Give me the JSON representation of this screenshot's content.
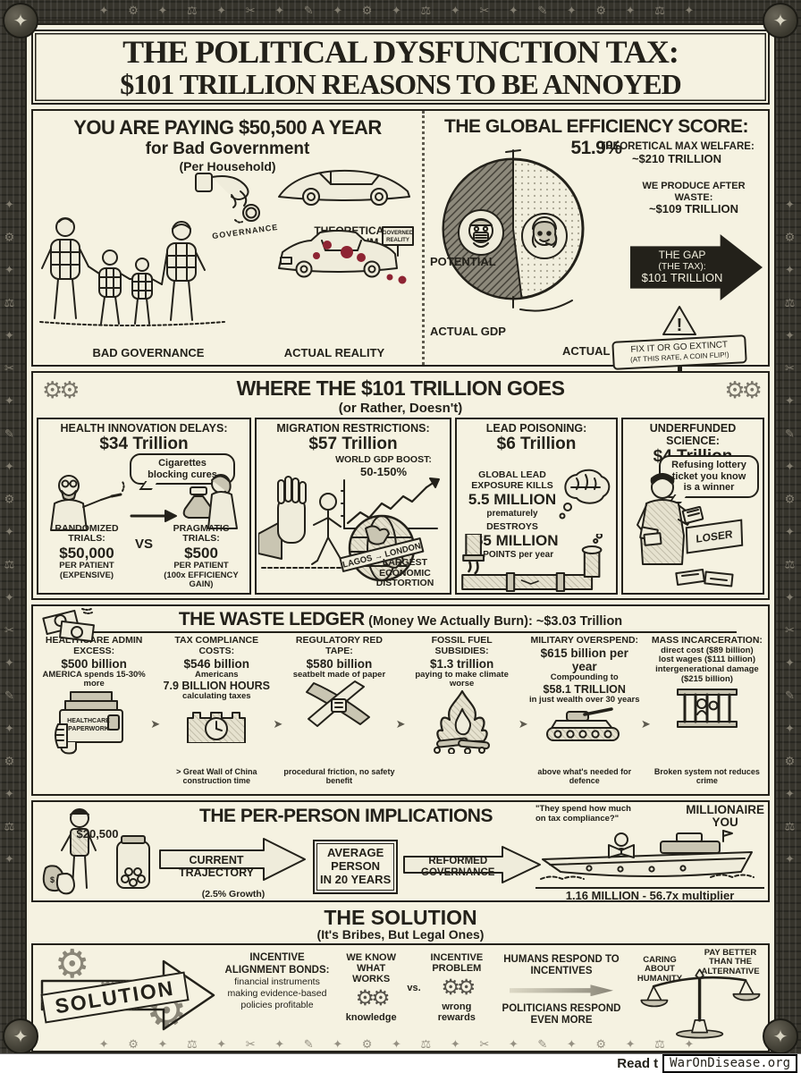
{
  "colors": {
    "paper": "#f5f2e1",
    "ink": "#23211a",
    "red": "#8e2433",
    "frame": "#36342c"
  },
  "icons": {
    "gear": "⚙",
    "gear_pair": "⚙⚙",
    "arrow": "➤",
    "exclaim": "!",
    "star": "✦",
    "dollar": "$",
    "border_motif": "✦ ⚙ ✦ ⚖ ✦ ✂ ✦ ✎ ✦ ⚙ ✦ ⚖ ✦ ✂ ✦ ✎ ✦ ⚙ ✦ ⚖ ✦"
  },
  "title": {
    "line1": "THE POLITICAL DYSFUNCTION TAX:",
    "line2": "$101 TRILLION REASONS TO BE ANNOYED"
  },
  "household": {
    "heading1": "YOU ARE PAYING $50,500 A YEAR",
    "heading2": "for Bad Government",
    "heading3": "(Per Household)",
    "coin_label": "GOVERNANCE",
    "max_label": "THEORETICAL MAXIMUM",
    "sign1": "GOVERNED",
    "sign2": "REALITY",
    "caption_left": "BAD GOVERNANCE",
    "caption_right": "ACTUAL REALITY"
  },
  "efficiency": {
    "heading": "THE GLOBAL EFFICIENCY SCORE: 51.9%",
    "max1": "THEORETICAL MAX WELFARE:",
    "max2": "~$210 TRILLION",
    "produce1": "WE PRODUCE AFTER WASTE:",
    "produce2": "~$109 TRILLION",
    "gap1": "THE GAP",
    "gap2": "(THE TAX):",
    "gap3": "$101 TRILLION",
    "potential": "POTENTIAL",
    "actual_gdp": "ACTUAL GDP",
    "actual": "ACTUAL",
    "warn1": "FIX IT OR GO EXTINCT",
    "warn2": "(AT THIS RATE, A COIN FLIP!)",
    "pie": {
      "efficiency_pct": 51.9,
      "max_welfare_trillions": 210,
      "produced_trillions": 109,
      "gap_trillions": 101
    }
  },
  "where": {
    "heading": "WHERE THE $101 TRILLION GOES",
    "subheading": "(or Rather, Doesn't)",
    "health": {
      "title": "HEALTH INNOVATION DELAYS:",
      "amount": "$34 Trillion",
      "bubble1": "Cigarettes",
      "bubble2": "blocking cures",
      "left1": "RANDOMIZED TRIALS:",
      "left2": "$50,000",
      "left3": "PER PATIENT",
      "left4": "(EXPENSIVE)",
      "vs": "VS",
      "right1": "PRAGMATIC TRIALS:",
      "right2": "$500",
      "right3": "PER PATIENT",
      "right4": "(100x EFFICIENCY GAIN)"
    },
    "migration": {
      "title": "MIGRATION RESTRICTIONS:",
      "amount": "$57 Trillion",
      "boost1": "WORLD GDP BOOST:",
      "boost2": "50-150%",
      "route": "LAGOS → LONDON",
      "caption": "LARGEST ECONOMIC DISTORTION"
    },
    "lead": {
      "title": "LEAD POISONING:",
      "amount": "$6 Trillion",
      "k1": "GLOBAL LEAD",
      "k2": "EXPOSURE KILLS",
      "k3": "5.5 MILLION",
      "k4": "prematurely",
      "d1": "DESTROYS",
      "d2": "765 MILLION",
      "d3": "IQ POINTS per year"
    },
    "science": {
      "title": "UNDERFUNDED SCIENCE:",
      "amount": "$4 Trillion",
      "bubble1": "Refusing lottery",
      "bubble2": "ticket you know",
      "bubble3": "is a winner",
      "loser": "LOSER"
    }
  },
  "ledger": {
    "heading": "THE WASTE LEDGER",
    "subheading": "(Money We Actually Burn): ~$3.03 Trillion",
    "col1": {
      "title": "HEALTHCARE ADMIN EXCESS:",
      "amount": "$500 billion",
      "note": "AMERICA spends 15-30% more",
      "m1": "HEALTHCARE",
      "m2": "PAPERWORK"
    },
    "col2": {
      "title": "TAX COMPLIANCE COSTS:",
      "amount": "$546 billion",
      "n1": "Americans",
      "n2": "7.9 BILLION HOURS",
      "n3": "calculating taxes",
      "caption": "> Great Wall of China construction time"
    },
    "col3": {
      "title": "REGULATORY RED TAPE:",
      "amount": "$580 billion",
      "n1": "seatbelt made of paper",
      "caption": "procedural friction, no safety benefit"
    },
    "col4": {
      "title": "FOSSIL FUEL SUBSIDIES:",
      "amount": "$1.3 trillion",
      "n1": "paying to make climate worse"
    },
    "col5": {
      "title": "MILITARY OVERSPEND:",
      "amount": "$615 billion per year",
      "n1": "Compounding to",
      "n2": "$58.1 TRILLION",
      "n3": "in just wealth over 30 years",
      "caption": "above what's needed for defence"
    },
    "col6": {
      "title": "MASS INCARCERATION:",
      "n1": "direct cost ($89 billion)",
      "n2": "lost wages ($111 billion)",
      "n3": "intergenerational damage",
      "n4": "($215 billion)",
      "caption": "Broken system not reduces crime"
    }
  },
  "person": {
    "heading": "THE PER-PERSON IMPLICATIONS",
    "jar_amount": "$20,500",
    "arrow1a": "CURRENT",
    "arrow1b": "TRAJECTORY",
    "growth": "(2.5% Growth)",
    "box1": "AVERAGE",
    "box2": "PERSON",
    "box3": "IN 20 YEARS",
    "arrow2a": "REFORMED",
    "arrow2b": "GOVERNANCE",
    "quote": "\"They spend how much on tax compliance?\"",
    "mill1": "MILLIONAIRE",
    "mill2": "YOU",
    "multiplier": "1.16 MILLION - 56.7x multiplier"
  },
  "solution": {
    "heading": "THE SOLUTION",
    "subheading": "(It's Bribes, But Legal Ones)",
    "banner": "SOLUTION",
    "bonds_title": "INCENTIVE ALIGNMENT BONDS:",
    "bonds_desc": "financial instruments making evidence-based policies profitable",
    "works1": "WE KNOW",
    "works2": "WHAT WORKS",
    "works_cap": "knowledge",
    "vs": "vs.",
    "problem1": "INCENTIVE",
    "problem2": "PROBLEM",
    "problem_cap": "wrong rewards",
    "respond1": "HUMANS RESPOND TO INCENTIVES",
    "respond2": "POLITICIANS RESPOND EVEN MORE",
    "scale_left": "CARING ABOUT HUMANITY",
    "scale_right": "PAY BETTER THAN THE ALTERNATIVE"
  },
  "footer": {
    "read": "Read t",
    "site": "WarOnDisease.org"
  }
}
